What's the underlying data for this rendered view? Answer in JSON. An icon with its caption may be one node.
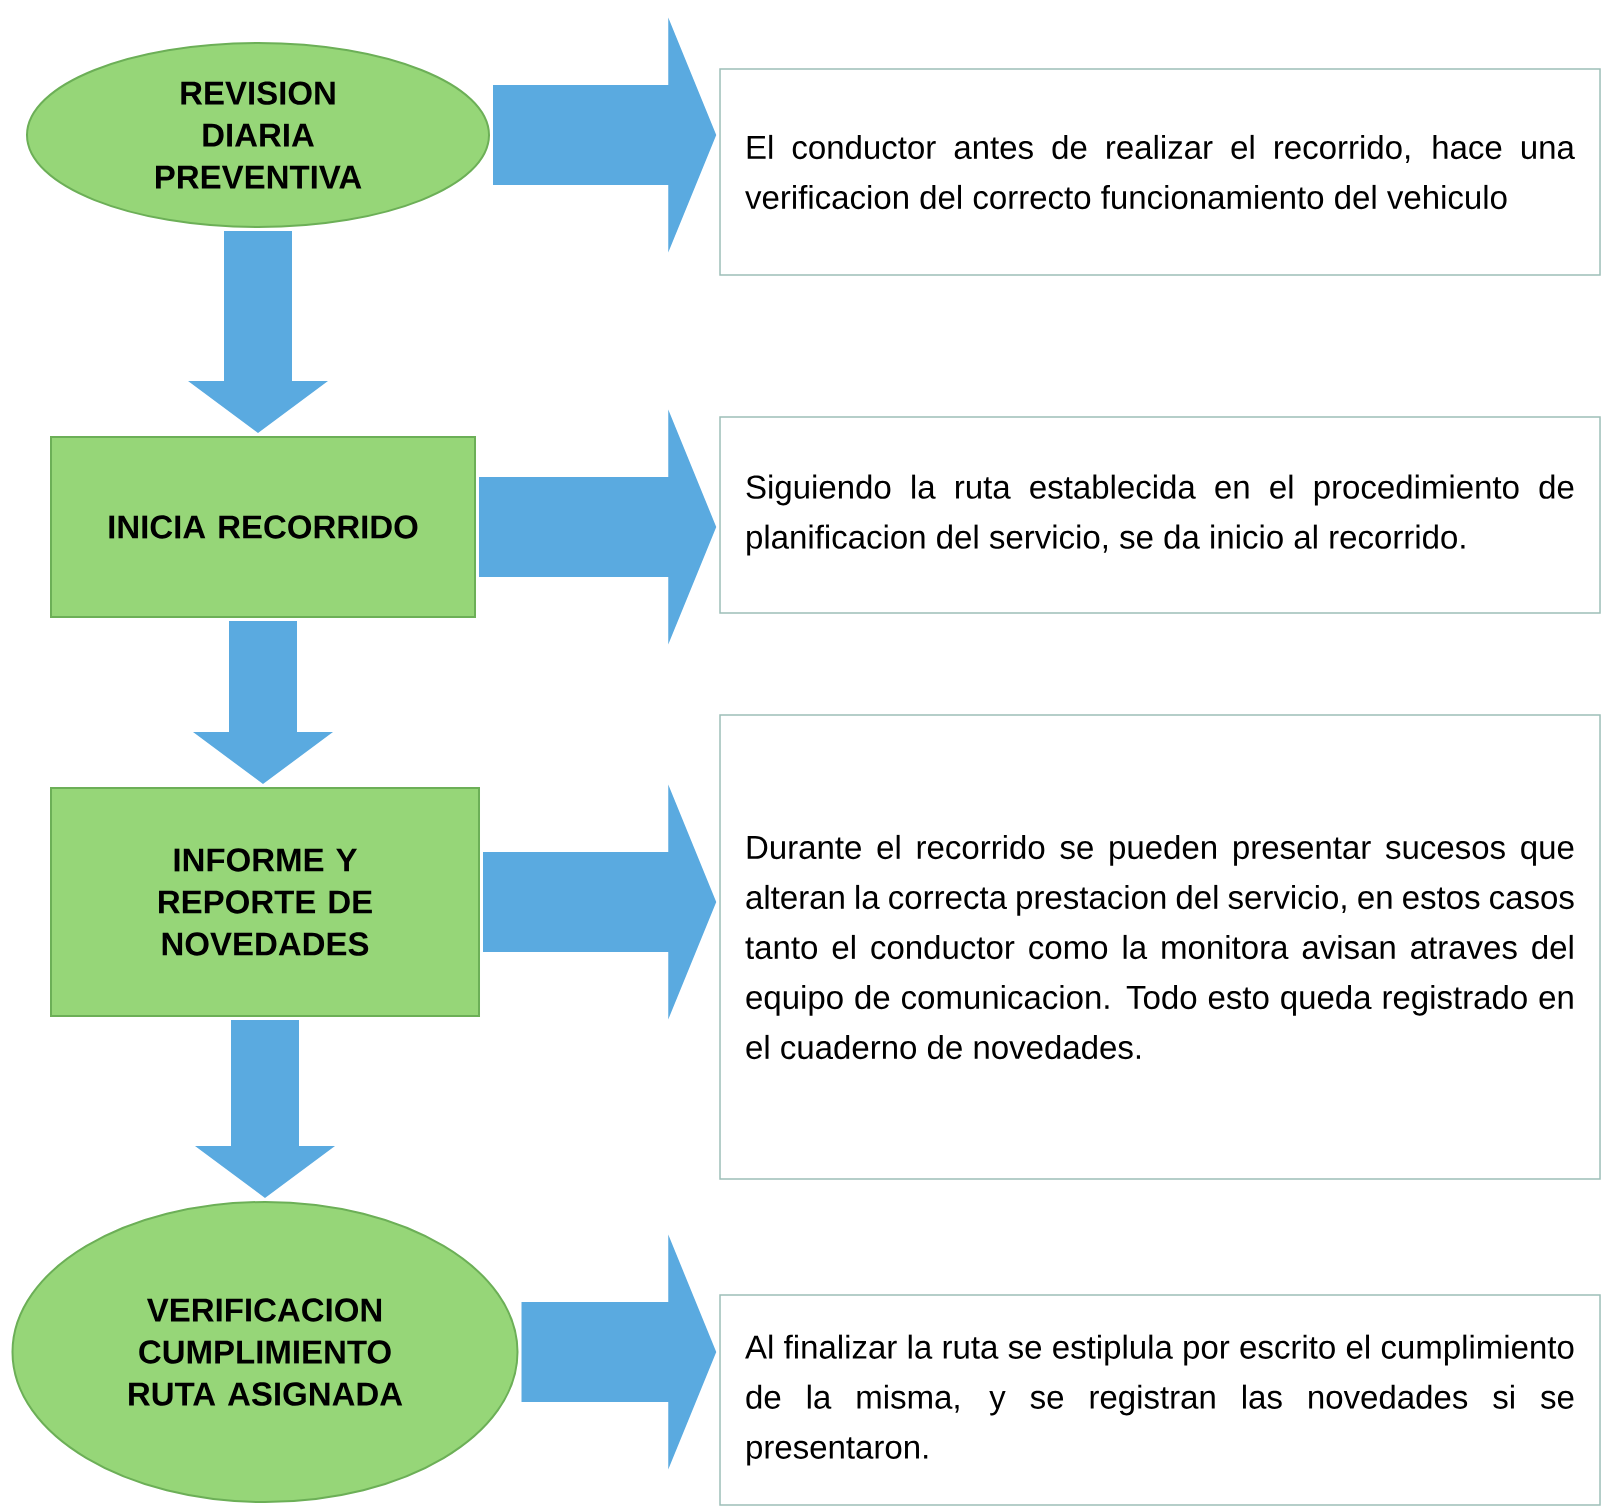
{
  "diagram": {
    "nodes": [
      {
        "text": [
          "REVISION DIARIA PREVENTIVA"
        ]
      },
      {
        "text": [
          "El conductor antes de realizar el recorrido, hace una verificacion del correcto funcionamiento del vehiculo"
        ]
      },
      {
        "text": [
          "INICIA RECORRIDO"
        ]
      },
      {
        "text": [
          "Siguiendo la ruta establecida en el procedimiento de planificacion del servicio, se da inicio al recorrido."
        ]
      },
      {
        "text": [
          "INFORME Y REPORTE DE NOVEDADES"
        ]
      },
      {
        "text": [
          "Durante el recorrido se pueden presentar sucesos que alteran la correcta prestacion del servicio, en estos casos tanto el conductor como la monitora avisan atraves del equipo de comunicacion. Todo esto queda registrado en el cuaderno de novedades."
        ]
      },
      {
        "text": [
          "VERIFICACION CUMPLIMIENTO RUTA ASIGNADA"
        ]
      },
      {
        "text": [
          "Al finalizar la ruta se estiplula por escrito el cumplimiento de la misma, y se registran las novedades si se presentaron."
        ]
      }
    ],
    "edges": [
      {
        "from": 0,
        "to": 1,
        "arrow": "to"
      },
      {
        "from": 0,
        "to": 2,
        "arrow": "to"
      },
      {
        "from": 2,
        "to": 3,
        "arrow": "to"
      },
      {
        "from": 2,
        "to": 4,
        "arrow": "to"
      },
      {
        "from": 4,
        "to": 5,
        "arrow": "to"
      },
      {
        "from": 4,
        "to": 6,
        "arrow": "to"
      },
      {
        "from": 6,
        "to": 7,
        "arrow": "to"
      }
    ]
  }
}
